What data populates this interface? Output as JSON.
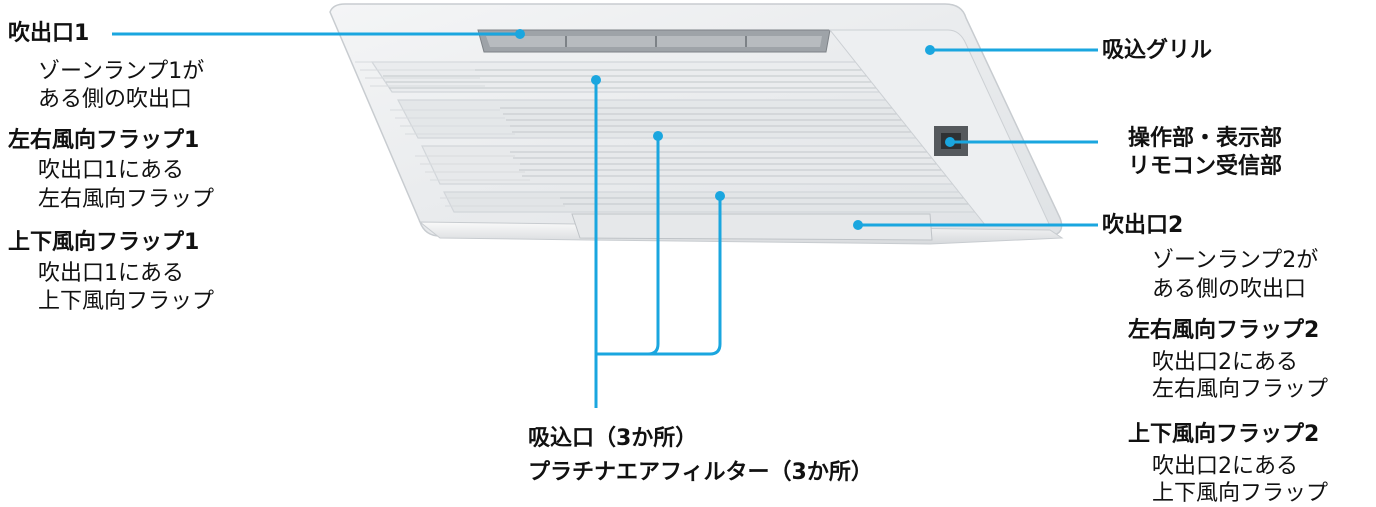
{
  "left": {
    "outlet1": {
      "title": "吹出口1",
      "desc1": "ゾーンランプ1が",
      "desc2": "ある側の吹出口"
    },
    "lr_flap1": {
      "title": "左右風向フラップ1",
      "desc1": "吹出口1にある",
      "desc2": "左右風向フラップ"
    },
    "ud_flap1": {
      "title": "上下風向フラップ1",
      "desc1": "吹出口1にある",
      "desc2": "上下風向フラップ"
    }
  },
  "right": {
    "grille": {
      "title": "吸込グリル"
    },
    "control": {
      "title1": "操作部・表示部",
      "title2": "リモコン受信部"
    },
    "outlet2": {
      "title": "吹出口2",
      "desc1": "ゾーンランプ2が",
      "desc2": "ある側の吹出口"
    },
    "lr_flap2": {
      "title": "左右風向フラップ2",
      "desc1": "吹出口2にある",
      "desc2": "左右風向フラップ"
    },
    "ud_flap2": {
      "title": "上下風向フラップ2",
      "desc1": "吹出口2にある",
      "desc2": "上下風向フラップ"
    }
  },
  "bottom": {
    "intake": "吸込口（3か所）",
    "filter": "プラチナエアフィルター（3か所）"
  },
  "colors": {
    "leader": "#1aa6df",
    "unit_body": "#eceef0",
    "unit_shadow": "#c9cdd1"
  }
}
